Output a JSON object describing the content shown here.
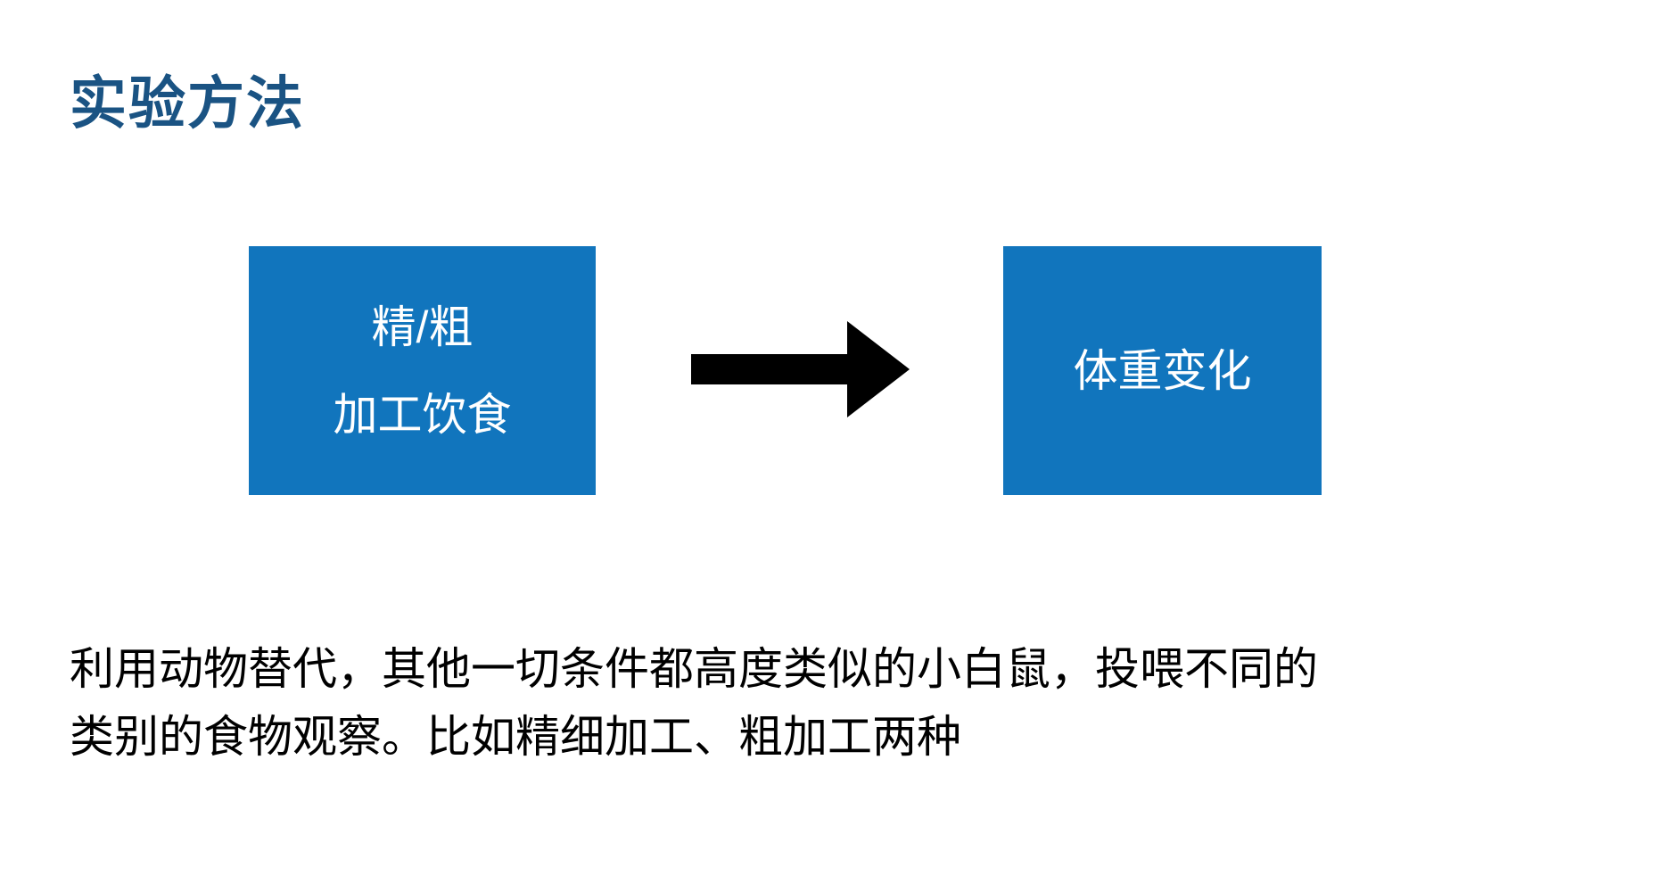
{
  "slide": {
    "title": "实验方法",
    "title_color": "#1A5383",
    "background_color": "#FFFFFF"
  },
  "diagram": {
    "type": "flow",
    "accent_color": "#1175BD",
    "arrow_color": "#000000",
    "box_text_color": "#FFFFFF",
    "boxes": [
      {
        "id": "source",
        "lines": [
          "精/粗",
          "加工饮食"
        ]
      },
      {
        "id": "target",
        "lines": [
          "体重变化"
        ]
      }
    ],
    "arrow": {
      "icon": "right-arrow-icon",
      "direction": "right"
    }
  },
  "body": {
    "lines": [
      "利用动物替代，其他一切条件都高度类似的小白鼠，投喂不同的",
      "类别的食物观察。比如精细加工、粗加工两种"
    ]
  }
}
